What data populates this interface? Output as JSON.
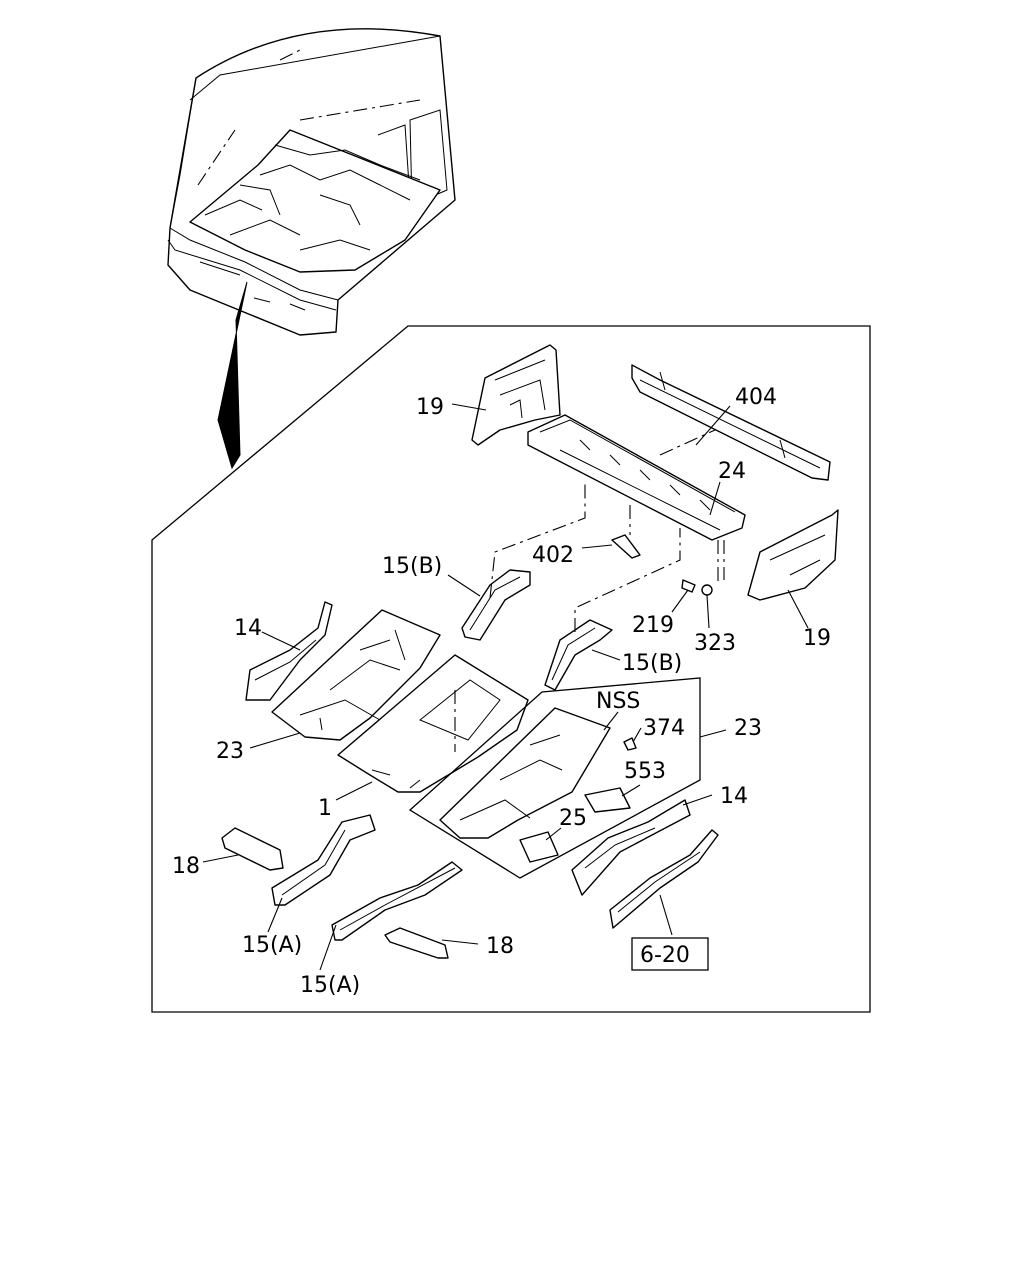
{
  "labels": {
    "l404": "404",
    "l19a": "19",
    "l24": "24",
    "l402": "402",
    "l15b_left": "15(B)",
    "l219": "219",
    "l323": "323",
    "l19b": "19",
    "l14_left": "14",
    "l15b_right": "15(B)",
    "lnss": "NSS",
    "l374": "374",
    "l23_right": "23",
    "l23_left": "23",
    "l553": "553",
    "l1": "1",
    "l14_right": "14",
    "l25": "25",
    "l18_left": "18",
    "l15a_left": "15(A)",
    "l18_right": "18",
    "l15a_bottom": "15(A)",
    "l6_20": "6-20"
  }
}
